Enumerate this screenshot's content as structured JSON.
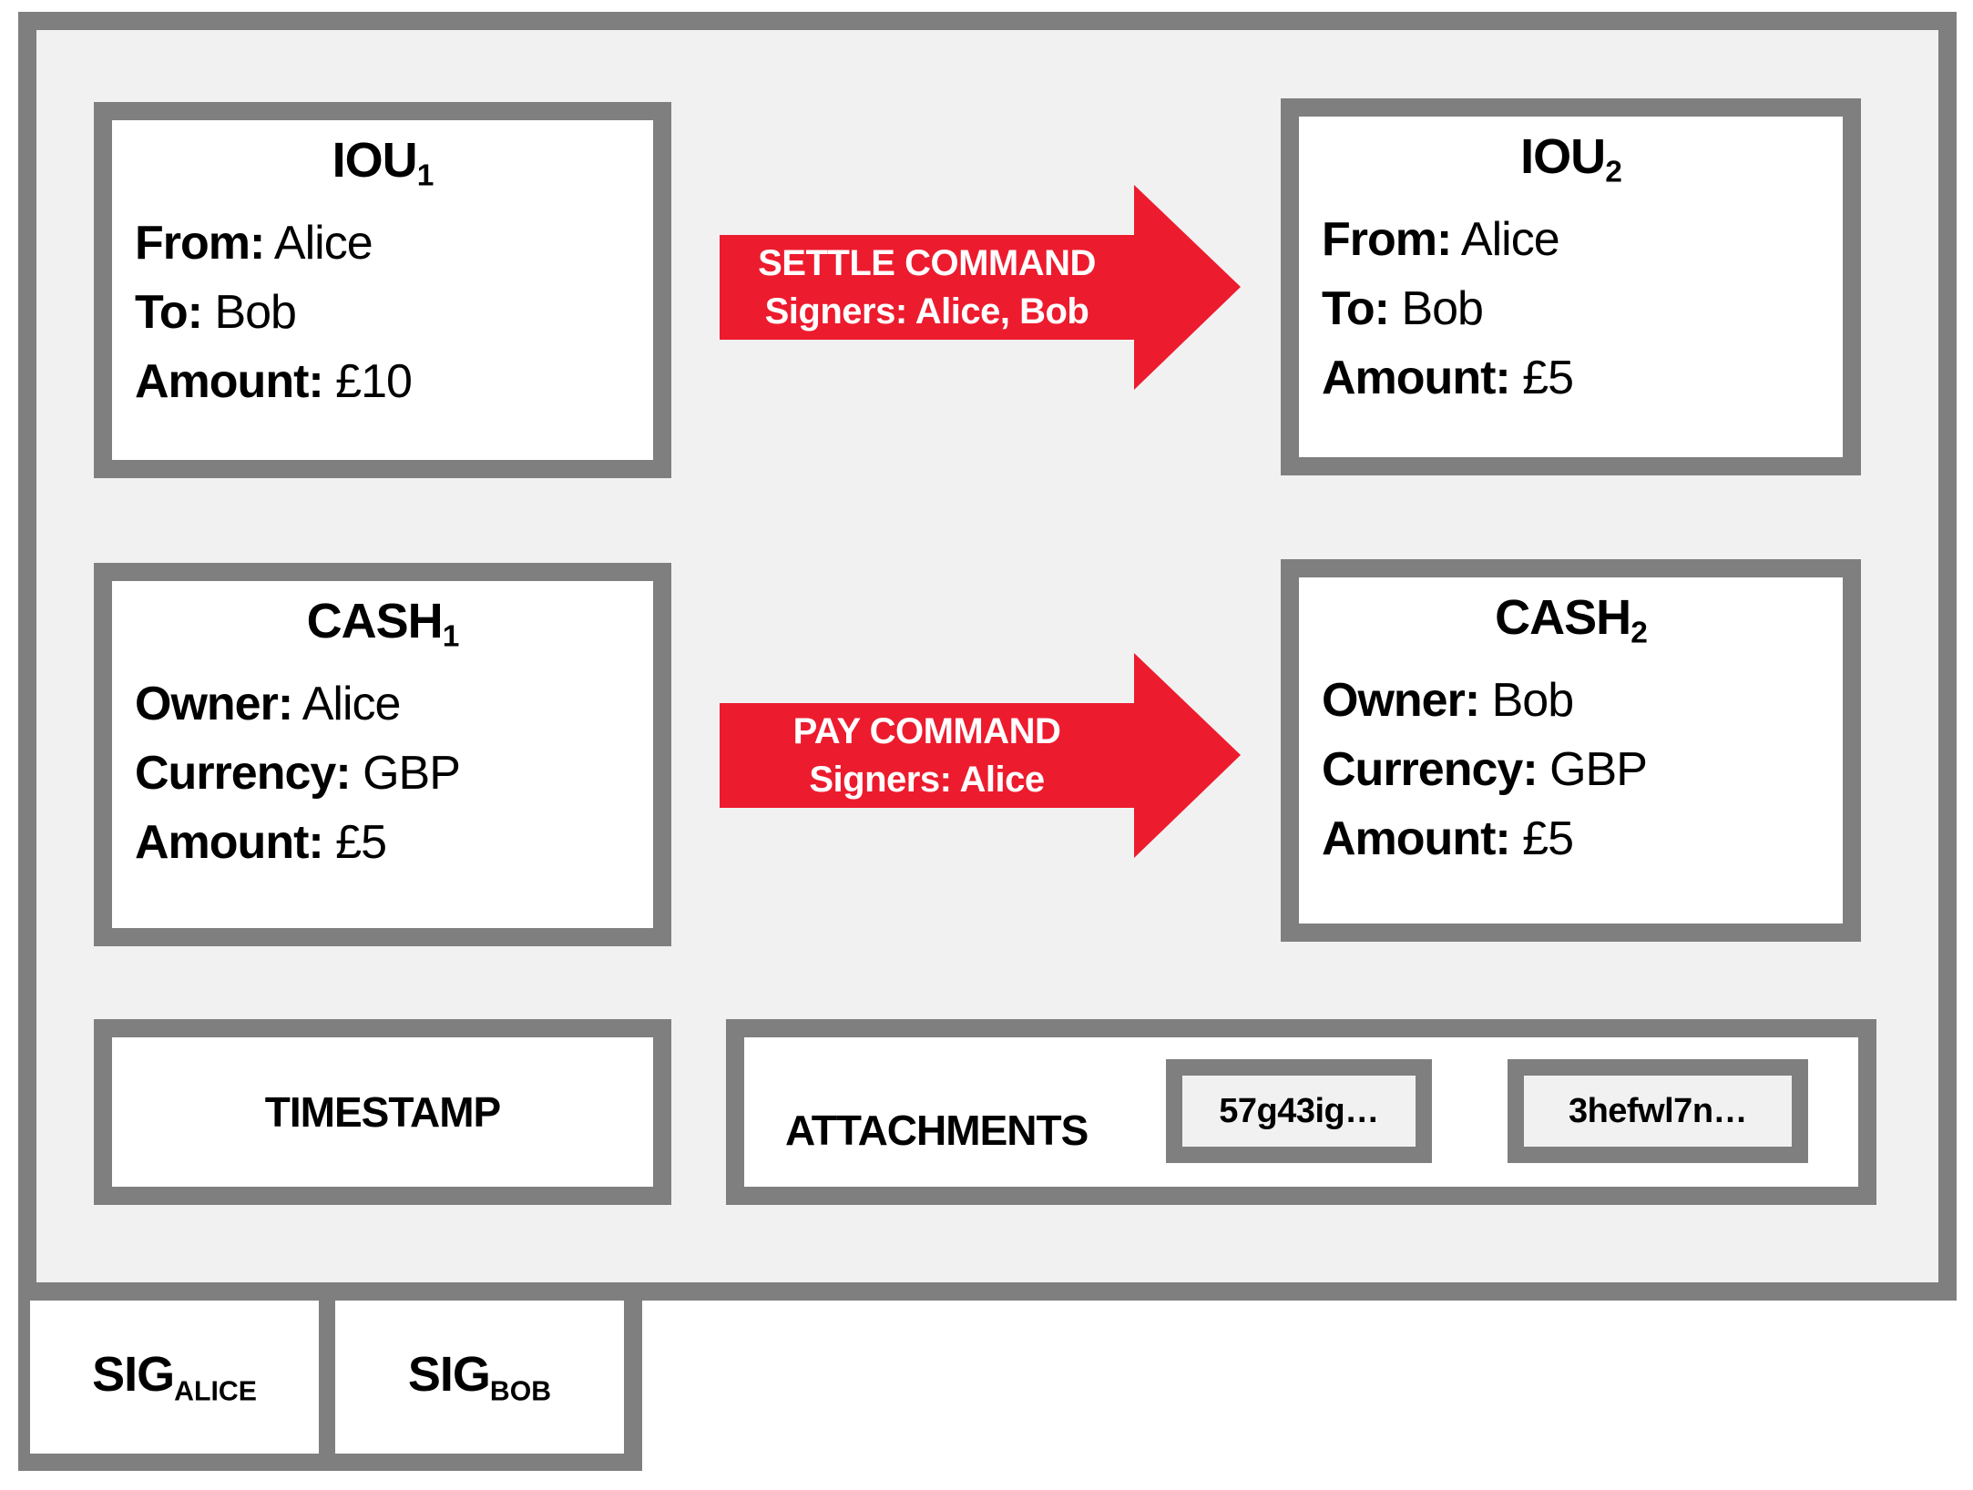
{
  "states": {
    "iou1": {
      "title": "IOU",
      "subscript": "1",
      "rows": [
        {
          "label": "From:",
          "value": "Alice"
        },
        {
          "label": "To:",
          "value": "Bob"
        },
        {
          "label": "Amount:",
          "value": "£10"
        }
      ]
    },
    "iou2": {
      "title": "IOU",
      "subscript": "2",
      "rows": [
        {
          "label": "From:",
          "value": "Alice"
        },
        {
          "label": "To:",
          "value": "Bob"
        },
        {
          "label": "Amount:",
          "value": "£5"
        }
      ]
    },
    "cash1": {
      "title": "CASH",
      "subscript": "1",
      "rows": [
        {
          "label": "Owner:",
          "value": "Alice"
        },
        {
          "label": "Currency:",
          "value": "GBP"
        },
        {
          "label": "Amount:",
          "value": "£5"
        }
      ]
    },
    "cash2": {
      "title": "CASH",
      "subscript": "2",
      "rows": [
        {
          "label": "Owner:",
          "value": "Bob"
        },
        {
          "label": "Currency:",
          "value": "GBP"
        },
        {
          "label": "Amount:",
          "value": "£5"
        }
      ]
    }
  },
  "arrows": {
    "settle": {
      "line1": "SETTLE COMMAND",
      "line2": "Signers: Alice, Bob"
    },
    "pay": {
      "line1": "PAY COMMAND",
      "line2": "Signers: Alice"
    }
  },
  "timestamp": {
    "label": "TIMESTAMP"
  },
  "attachments": {
    "label": "ATTACHMENTS",
    "items": [
      "57g43ig…",
      "3hefwl7n…"
    ]
  },
  "signatures": [
    {
      "name": "SIG",
      "subscript": "ALICE"
    },
    {
      "name": "SIG",
      "subscript": "BOB"
    }
  ],
  "colors": {
    "command_red": "#ed1b2e",
    "border_gray": "#7f7f7f",
    "panel_gray": "#f1f1f2",
    "box_white": "#ffffff",
    "text_black": "#000000"
  }
}
